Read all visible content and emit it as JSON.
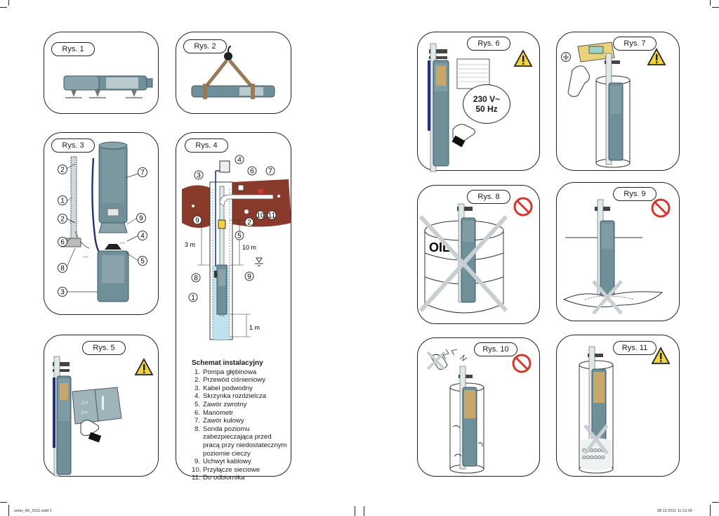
{
  "panels": {
    "rys1": "Rys. 1",
    "rys2": "Rys. 2",
    "rys3": "Rys. 3",
    "rys4": "Rys. 4",
    "rys5": "Rys. 5",
    "rys6": "Rys. 6",
    "rys7": "Rys. 7",
    "rys8": "Rys. 8",
    "rys9": "Rys. 9",
    "rys10": "Rys. 10",
    "rys11": "Rys. 11"
  },
  "rys3_callouts": [
    "1",
    "2",
    "2",
    "3",
    "4",
    "5",
    "6",
    "7",
    "8",
    "9"
  ],
  "rys4_callouts": [
    "1",
    "2",
    "3",
    "4",
    "5",
    "6",
    "7",
    "8",
    "9",
    "9",
    "10",
    "11"
  ],
  "rys4_dims": {
    "d1": "3 m",
    "d2": "10 m",
    "d3": "1 m"
  },
  "rys6_voltage": {
    "line1": "230 V~",
    "line2": "50 Hz"
  },
  "rys8_drum_text": "OIL",
  "legend": {
    "title": "Schemat instalacyjny",
    "items": [
      {
        "num": "1.",
        "text": "Pompa głębinowa"
      },
      {
        "num": "2.",
        "text": "Przewód ciśnieniowy"
      },
      {
        "num": "3.",
        "text": "Kabel podwodny"
      },
      {
        "num": "4.",
        "text": "Skrzynka rozdzielcza"
      },
      {
        "num": "5.",
        "text": "Zawór zwrotny"
      },
      {
        "num": "6.",
        "text": "Manometr"
      },
      {
        "num": "7.",
        "text": "Zawór kulowy"
      },
      {
        "num": "8.",
        "text": "Sonda poziomu zabezpieczająca przed pracą przy niedostatecznym poziomie cieczy"
      },
      {
        "num": "9.",
        "text": "Uchwyt kablowy"
      },
      {
        "num": "10.",
        "text": "Przyłącze sieciowe"
      },
      {
        "num": "11.",
        "text": "Do odbiornika"
      }
    ]
  },
  "footer": {
    "left": "unter_A5_2011.indd 1",
    "right": "08.12.2011 11:13:34"
  },
  "icons": {
    "warning": "warning-triangle-icon",
    "prohibited": "no-entry-icon",
    "ground": "ground-icon"
  },
  "colors": {
    "pump": "#6f8f99",
    "pump_dark": "#3f5a63",
    "warning_yellow": "#f2d23b",
    "no_red": "#d9362b",
    "soil": "#8a3a2a",
    "water": "#bfe3ee",
    "strap": "#9a7a55"
  }
}
